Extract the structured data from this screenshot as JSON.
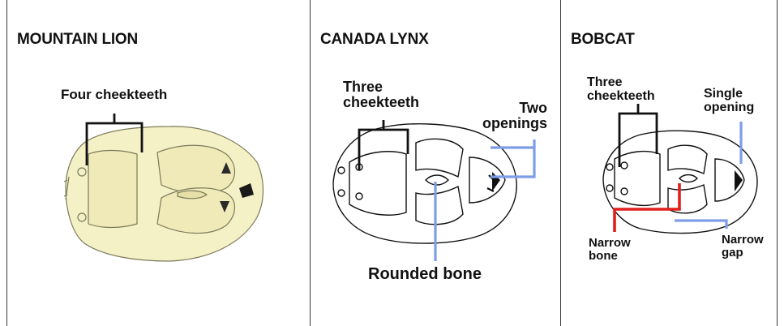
{
  "panels": [
    {
      "title": "MOUNTAIN LION",
      "labels": {
        "cheekteeth": "Four cheekteeth"
      }
    },
    {
      "title": "CANADA LYNX",
      "labels": {
        "cheekteeth_1": "Three",
        "cheekteeth_2": "cheekteeth",
        "openings_1": "Two",
        "openings_2": "openings",
        "bone": "Rounded bone"
      }
    },
    {
      "title": "BOBCAT",
      "labels": {
        "cheekteeth_1": "Three",
        "cheekteeth_2": "cheekteeth",
        "opening_1": "Single",
        "opening_2": "opening",
        "bone_1": "Narrow",
        "bone_2": "bone",
        "gap_1": "Narrow",
        "gap_2": "gap"
      }
    }
  ],
  "colors": {
    "skull_fill": "#f4f1c6",
    "skull_stroke": "#7b7a5a",
    "bracket": "#111111",
    "blue_pointer": "#7e9de6",
    "red_pointer": "#e0201c"
  }
}
